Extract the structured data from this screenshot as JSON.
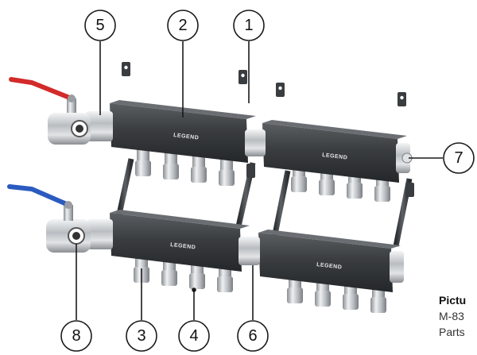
{
  "brand_label": "LEGEND",
  "callouts": [
    "1",
    "2",
    "3",
    "4",
    "5",
    "6",
    "7",
    "8"
  ],
  "caption": {
    "title": "Pictu",
    "line1": "M-83",
    "line2": "Parts"
  },
  "colors": {
    "supply_handle": "#d32a2a",
    "return_handle": "#2b5bbf",
    "manifold_body": "#3a3d40",
    "brass_chrome": "#c8ccd0"
  },
  "icons": [
    "supply-ball-valve-icon",
    "return-ball-valve-icon",
    "thermometer-icon"
  ]
}
